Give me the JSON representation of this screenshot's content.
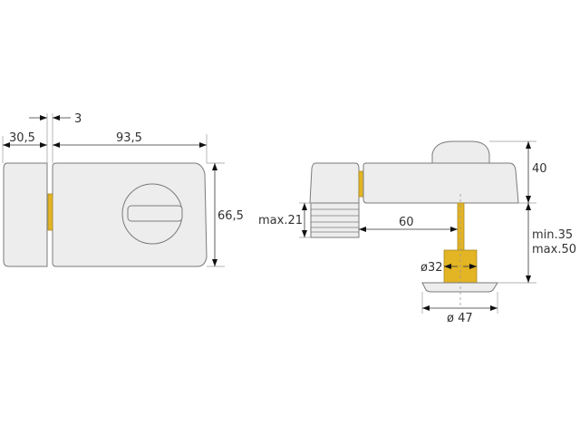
{
  "colors": {
    "body": "#ededed",
    "outline": "#7a7a7a",
    "bolt": "#e3b423",
    "dimension": "#333333",
    "background": "#ffffff"
  },
  "front_view": {
    "gap_dim": "3",
    "keeper_width": "30,5",
    "lock_width": "93,5",
    "height": "66,5"
  },
  "side_view": {
    "knob_height": "40",
    "keeper_depth": "max.21",
    "bolt_offset": "60",
    "spindle_length_min": "min.35",
    "spindle_length_max": "max.50",
    "cylinder_diameter": "ø32",
    "rosette_diameter": "ø 47"
  }
}
